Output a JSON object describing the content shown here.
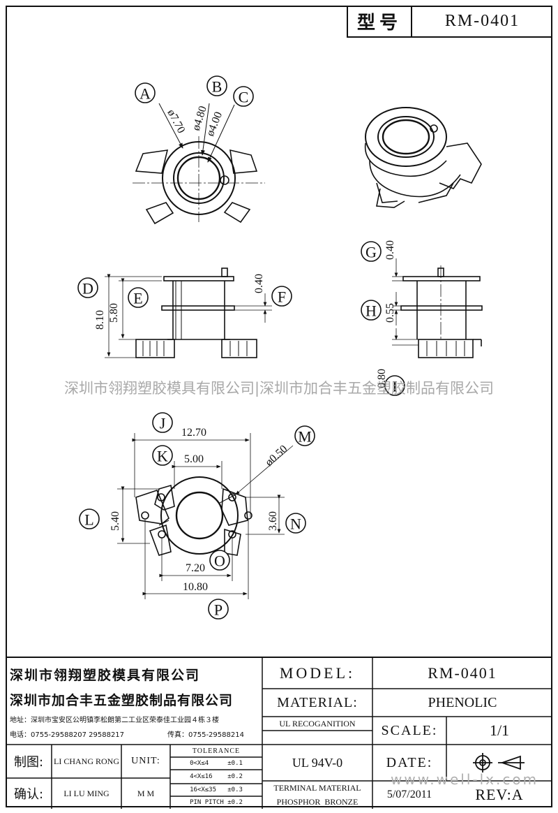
{
  "header": {
    "model_label": "型号",
    "model_value": "RM-0401"
  },
  "views": {
    "top": {
      "callouts": [
        "A",
        "B",
        "C"
      ],
      "dims": [
        "ø7.70",
        "ø4.80",
        "ø4.00"
      ]
    },
    "front": {
      "callouts": [
        "D",
        "E",
        "F"
      ],
      "dims": [
        "8.10",
        "5.80",
        "0.40"
      ]
    },
    "side": {
      "callouts": [
        "G",
        "H",
        "I"
      ],
      "dims": [
        "0.40",
        "0.55",
        "0.80"
      ]
    },
    "bottom": {
      "callouts": [
        "J",
        "K",
        "L",
        "M",
        "N",
        "O",
        "P"
      ],
      "dims": [
        "12.70",
        "5.00",
        "5.40",
        "ø0.50",
        "3.60",
        "7.20",
        "10.80"
      ]
    }
  },
  "watermark": "深圳市翎翔塑胶模具有限公司|深圳市加合丰五金塑胶制品有限公司",
  "watermark_url": "www.well-lx.com",
  "title_block": {
    "company1": "深圳市翎翔塑胶模具有限公司",
    "company2": "深圳市加合丰五金塑胶制品有限公司",
    "address": "地址：深圳市宝安区公明镇李松朗第二工业区荣泰佳工业园４栋３楼",
    "phone": "电话：0755-29588207  29588217",
    "fax": "传真：0755-29588214",
    "model_label": "MODEL:",
    "model_value": "RM-0401",
    "material_label": "MATERIAL:",
    "material_value": "PHENOLIC",
    "ul_label": "UL RECOGANITION",
    "ul_value": "UL 94V-0",
    "scale_label": "SCALE:",
    "scale_value": "1/1",
    "drawn_label": "制图:",
    "drawn_value": "LI CHANG RONG",
    "checked_label": "确认:",
    "checked_value": "LI LU MING",
    "unit_label": "UNIT:",
    "unit_value": "M M",
    "tolerance_title": "TOLERANCE",
    "tolerance_rows": [
      "0<X≤4     ±0.1",
      "4<X≤16    ±0.2",
      "16<X≤35   ±0.3",
      "PIN PITCH ±0.2"
    ],
    "date_label": "DATE:",
    "date_value": "5/07/2011",
    "terminal_label": "TERMINAL MATERIAL",
    "terminal_value": "PHOSPHOR  BRONZE",
    "rev_label": "REV:A"
  },
  "icons": [
    "projection-symbol-icon"
  ]
}
